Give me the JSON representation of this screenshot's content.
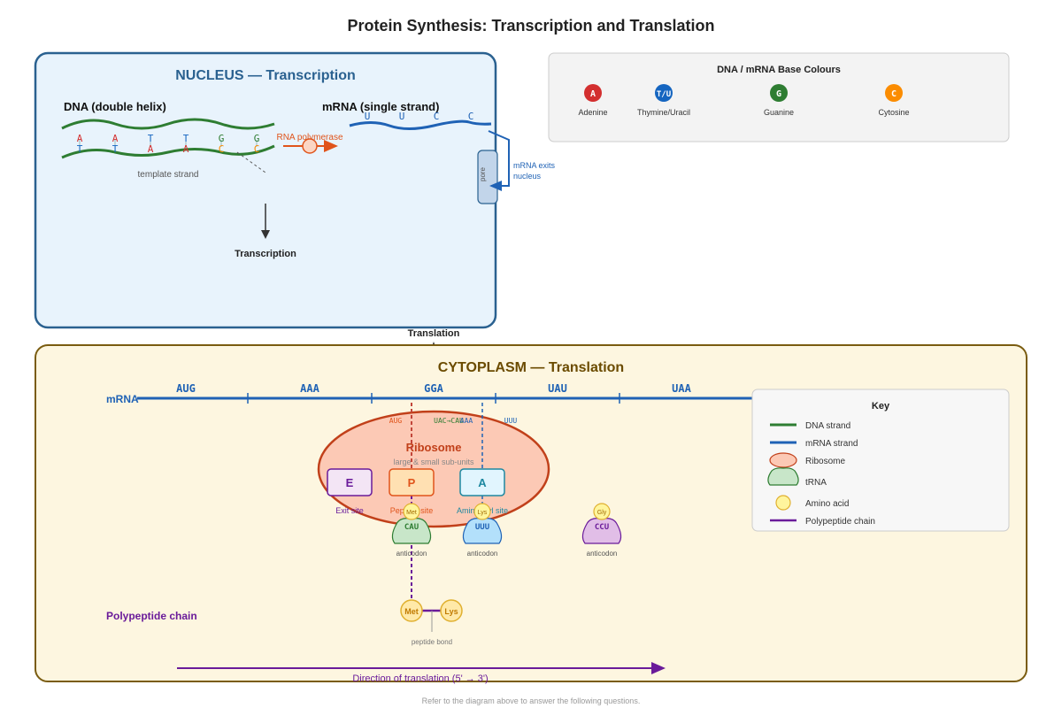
{
  "title": "Protein Synthesis: Transcription and Translation",
  "footer": "Refer to the diagram above to answer the following questions.",
  "colors": {
    "dna": "#2e7d32",
    "mrna": "#1f62b5",
    "rna_polymerase": "#e0541b",
    "ribosome_fill": "#fcc9b5",
    "ribosome_stroke": "#c1401a",
    "polypeptide": "#6a1b9a",
    "nucleus_fill": "#e8f3fc",
    "nucleus_stroke": "#2a6190",
    "cytoplasm_fill": "#fdf6e0",
    "cytoplasm_stroke": "#7a5c10",
    "base_A": "#d32f2f",
    "base_TU": "#1565c0",
    "base_G": "#2e7d32",
    "base_C": "#fb8c00"
  },
  "nucleus": {
    "title": "NUCLEUS — Transcription",
    "dna_label": "DNA (double helix)",
    "mrna_label": "mRNA (single strand)",
    "dna_top_bases": [
      "A",
      "A",
      "T",
      "T",
      "G",
      "G"
    ],
    "dna_bottom_bases": [
      "T",
      "T",
      "A",
      "A",
      "C",
      "C"
    ],
    "mrna_bases": [
      "U",
      "U",
      "C",
      "C"
    ],
    "template_strand_label": "template strand",
    "rna_polymerase_label": "RNA polymerase",
    "pore_label": "pore",
    "exit_label_1": "mRNA exits",
    "exit_label_2": "nucleus",
    "transcription_label": "Transcription"
  },
  "translation_label": "Translation",
  "base_legend": {
    "title": "DNA / mRNA Base Colours",
    "items": [
      {
        "symbol": "A",
        "name": "Adenine",
        "color": "#d32f2f"
      },
      {
        "symbol": "T/U",
        "name": "Thymine/Uracil",
        "color": "#1565c0"
      },
      {
        "symbol": "G",
        "name": "Guanine",
        "color": "#2e7d32"
      },
      {
        "symbol": "C",
        "name": "Cytosine",
        "color": "#fb8c00"
      }
    ]
  },
  "cytoplasm": {
    "title": "CYTOPLASM — Translation",
    "mrna_label": "mRNA",
    "codons": [
      "AUG",
      "AAA",
      "GGA",
      "UAU",
      "UAA"
    ],
    "ribosome_label": "Ribosome",
    "ribosome_sub": "large & small sub-units",
    "small_codons": [
      "AUG",
      "UAC→CAU",
      "AAA",
      "UUU"
    ],
    "sites": [
      {
        "letter": "E",
        "label": "Exit site"
      },
      {
        "letter": "P",
        "label": "Peptidyl site"
      },
      {
        "letter": "A",
        "label": "Aminoacyl site"
      }
    ],
    "trnas": [
      {
        "amino": "Met",
        "anticodon": "CAU",
        "label": "anticodon"
      },
      {
        "amino": "Lys",
        "anticodon": "UUU",
        "label": "anticodon"
      },
      {
        "amino": "Gly",
        "anticodon": "CCU",
        "label": "anticodon"
      }
    ],
    "polypeptide_label": "Polypeptide chain",
    "chain": [
      "Met",
      "Lys"
    ],
    "peptide_bond_label": "peptide bond",
    "direction_label": "Direction of translation (5' → 3')"
  },
  "key": {
    "title": "Key",
    "items": [
      "DNA strand",
      "mRNA strand",
      "Ribosome",
      "tRNA",
      "Amino acid",
      "Polypeptide chain"
    ]
  }
}
